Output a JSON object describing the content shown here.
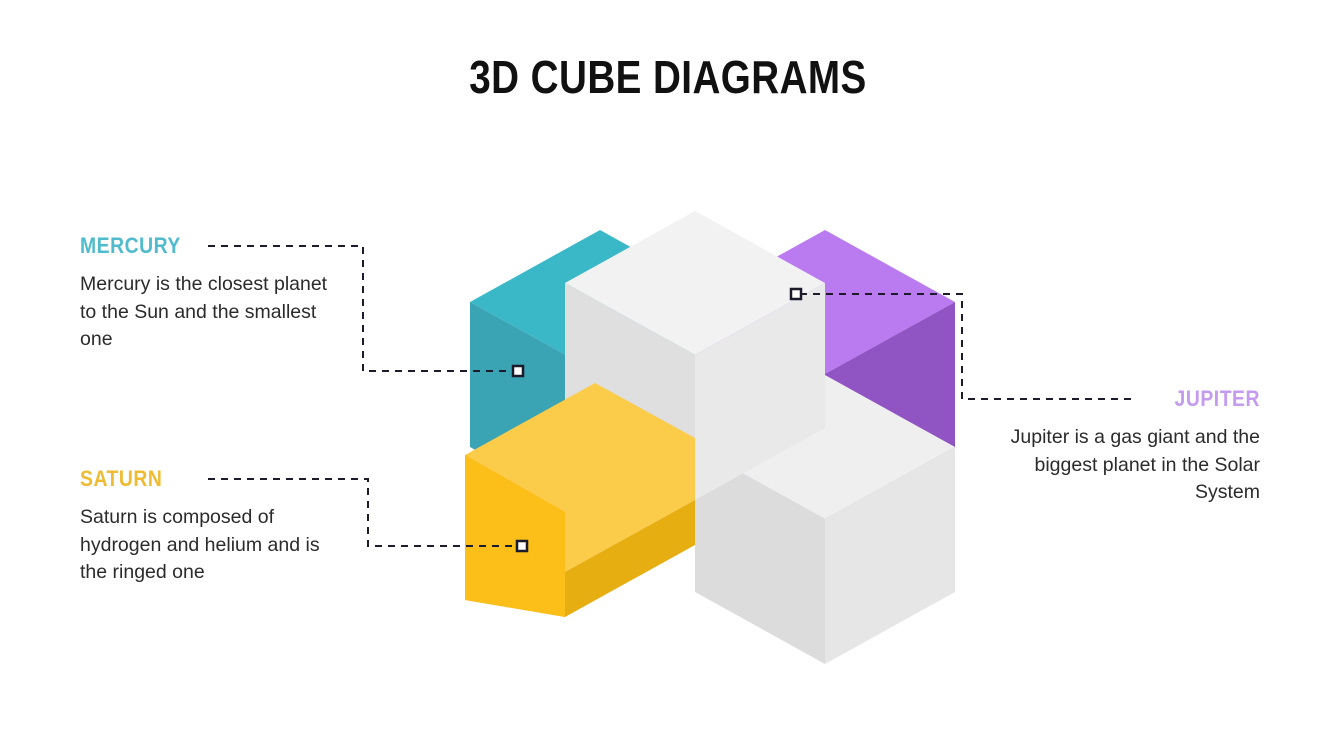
{
  "slide": {
    "title": "3D CUBE DIAGRAMS",
    "background_color": "#FFFFFF"
  },
  "callouts": [
    {
      "id": "mercury",
      "heading": "MERCURY",
      "heading_color": "#4FBBCC",
      "body": "Mercury is the closest planet to the Sun and the smallest one",
      "align": "left",
      "cube": "teal"
    },
    {
      "id": "saturn",
      "heading": "SATURN",
      "heading_color": "#EEBB33",
      "body": "Saturn is composed of hydrogen and helium and is the ringed one",
      "align": "left",
      "cube": "yellow"
    },
    {
      "id": "jupiter",
      "heading": "JUPITER",
      "heading_color": "#C49BEE",
      "body": "Jupiter is a gas giant and the biggest planet in the Solar System",
      "align": "right",
      "cube": "purple"
    }
  ],
  "cubes": [
    {
      "id": "teal",
      "label": "mercury-cube",
      "top_color": "#3BB8C8",
      "left_color": "#3AA3B4",
      "right_color": "#2E8D9E"
    },
    {
      "id": "purple",
      "label": "jupiter-cube",
      "top_color": "#BA7AF0",
      "left_color": "#AE6BE4",
      "right_color": "#9055C2"
    },
    {
      "id": "yellow",
      "label": "saturn-cube",
      "top_color": "#FBCB4A",
      "left_color": "#FCBE18",
      "right_color": "#E7AE11"
    },
    {
      "id": "white-center",
      "label": "center-cube",
      "top_color": "#F2F2F2",
      "left_color": "#DFDFDF",
      "right_color": "#E9E9E9"
    },
    {
      "id": "gray-front",
      "label": "front-right-cube",
      "top_color": "#EFEFEF",
      "left_color": "#DCDCDC",
      "right_color": "#E6E6E6"
    }
  ],
  "connectors": {
    "line_color": "#1B1B2B",
    "marker_label": "connector-endpoint-marker",
    "style": "dashed"
  }
}
